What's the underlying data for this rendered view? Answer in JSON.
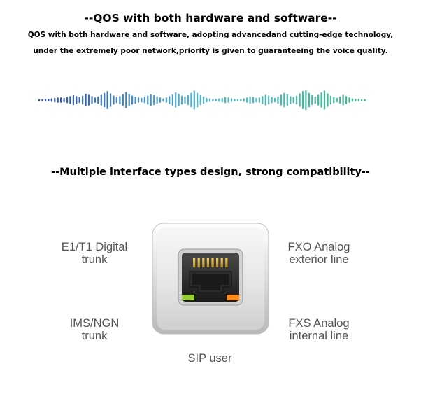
{
  "section1": {
    "title": "--QOS with both hardware and software--",
    "description_line1": "QOS with both hardware and software, adopting advancedand cutting-edge technology,",
    "description_line2": "under the extremely poor network,priority is given to guaranteeing the voice quality."
  },
  "waveform": {
    "color_start": "#2b4da8",
    "color_mid": "#4fb6cf",
    "color_end": "#3eb98a",
    "bars": [
      2,
      2,
      3,
      3,
      4,
      5,
      6,
      6,
      5,
      7,
      9,
      11,
      9,
      7,
      10,
      14,
      12,
      9,
      6,
      8,
      12,
      16,
      20,
      15,
      10,
      7,
      9,
      13,
      18,
      14,
      10,
      8,
      6,
      5,
      7,
      10,
      13,
      11,
      8,
      6,
      4,
      6,
      9,
      13,
      17,
      14,
      10,
      8,
      11,
      16,
      21,
      16,
      11,
      8,
      5,
      4,
      3,
      3,
      4,
      5,
      7,
      6,
      4,
      3,
      2,
      3,
      4,
      6,
      8,
      7,
      5,
      6,
      9,
      12,
      10,
      7,
      5,
      8,
      12,
      16,
      13,
      9,
      7,
      10,
      15,
      20,
      22,
      16,
      11,
      8,
      12,
      17,
      21,
      15,
      10,
      7,
      5,
      8,
      12,
      9,
      6,
      4,
      3,
      3,
      2,
      2
    ]
  },
  "section2": {
    "title": "--Multiple interface types design, strong compatibility--"
  },
  "interfaces": {
    "top_left": [
      "E1/T1 Digital",
      "trunk"
    ],
    "bottom_left": [
      "IMS/NGN",
      "trunk"
    ],
    "top_right": [
      "FXO Analog",
      "exterior line"
    ],
    "bottom_right": [
      "FXS Analog",
      "internal line"
    ],
    "bottom": "SIP user"
  },
  "port": {
    "led_left_color": "#9acd32",
    "led_right_color": "#ff8c1a"
  }
}
